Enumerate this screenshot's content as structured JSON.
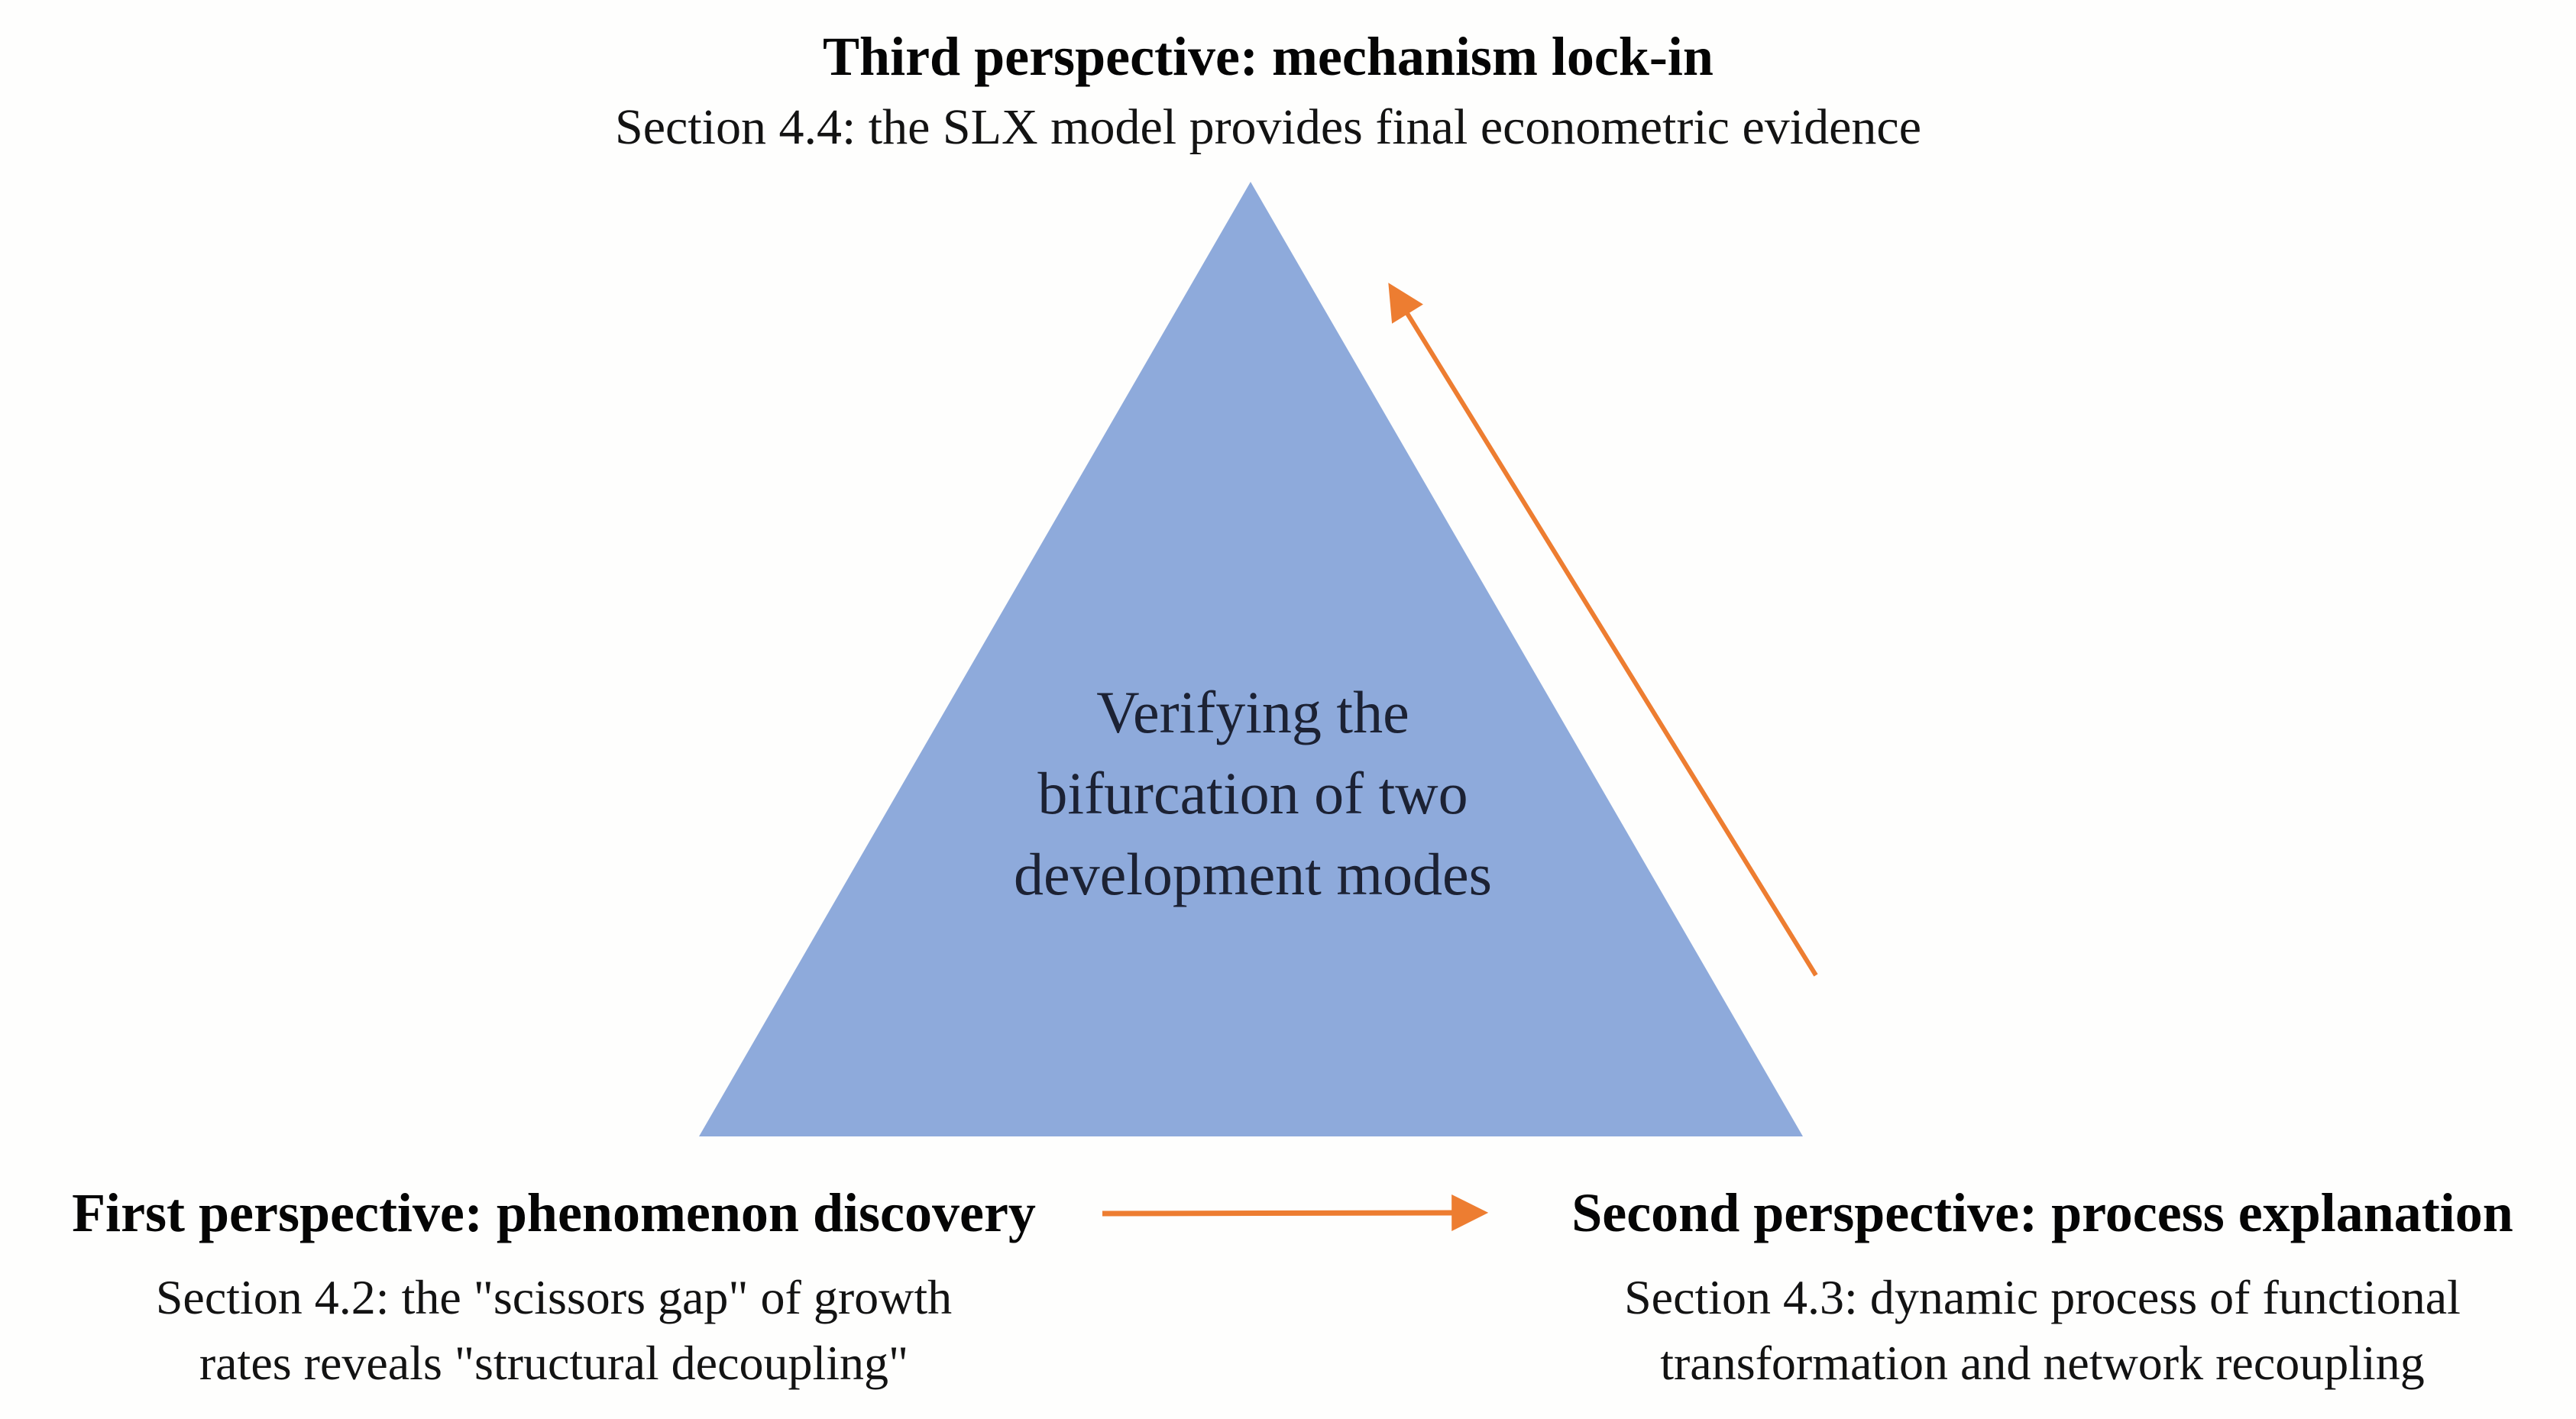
{
  "diagram": {
    "background_color": "#fefefd",
    "arrow_color": "#ED7D31",
    "top_label": {
      "title": "Third perspective: mechanism lock-in",
      "subtitle": "Section 4.4: the SLX model provides final econometric evidence"
    },
    "triangle": {
      "fill": "#8EAADB",
      "text_color": "#1c2234",
      "lines": [
        "Verifying the",
        "bifurcation of two",
        "development modes"
      ]
    },
    "bottom_left_label": {
      "title": "First perspective: phenomenon discovery",
      "subtitle_lines": [
        "Section 4.2: the \"scissors gap\" of growth",
        "rates reveals \"structural decoupling\""
      ]
    },
    "bottom_right_label": {
      "title": "Second perspective: process explanation",
      "subtitle_lines": [
        "Section 4.3: dynamic process of functional",
        "transformation and network recoupling"
      ]
    },
    "arrows": [
      {
        "id": "first-to-second",
        "from": "first perspective",
        "to": "second perspective"
      },
      {
        "id": "second-to-third",
        "from": "second perspective",
        "to": "third perspective"
      }
    ]
  }
}
